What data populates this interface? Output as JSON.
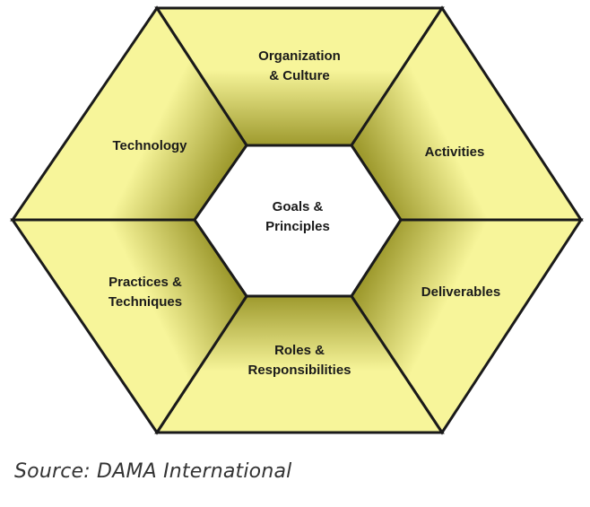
{
  "diagram": {
    "segments": [
      {
        "id": "top",
        "lines": [
          "Organization",
          "& Culture"
        ]
      },
      {
        "id": "upper-right",
        "lines": [
          "Activities"
        ]
      },
      {
        "id": "lower-right",
        "lines": [
          "Deliverables"
        ]
      },
      {
        "id": "bottom",
        "lines": [
          "Roles &",
          "Responsibilities"
        ]
      },
      {
        "id": "lower-left",
        "lines": [
          "Practices &",
          "Techniques"
        ]
      },
      {
        "id": "upper-left",
        "lines": [
          "Technology"
        ]
      }
    ],
    "center": {
      "lines": [
        "Goals &",
        "Principles"
      ]
    },
    "colors": {
      "segment_light": "#f7f59a",
      "segment_dark": "#9e9a2e",
      "outline": "#1a1a1a",
      "center": "#ffffff"
    }
  },
  "caption": "Source: DAMA International"
}
